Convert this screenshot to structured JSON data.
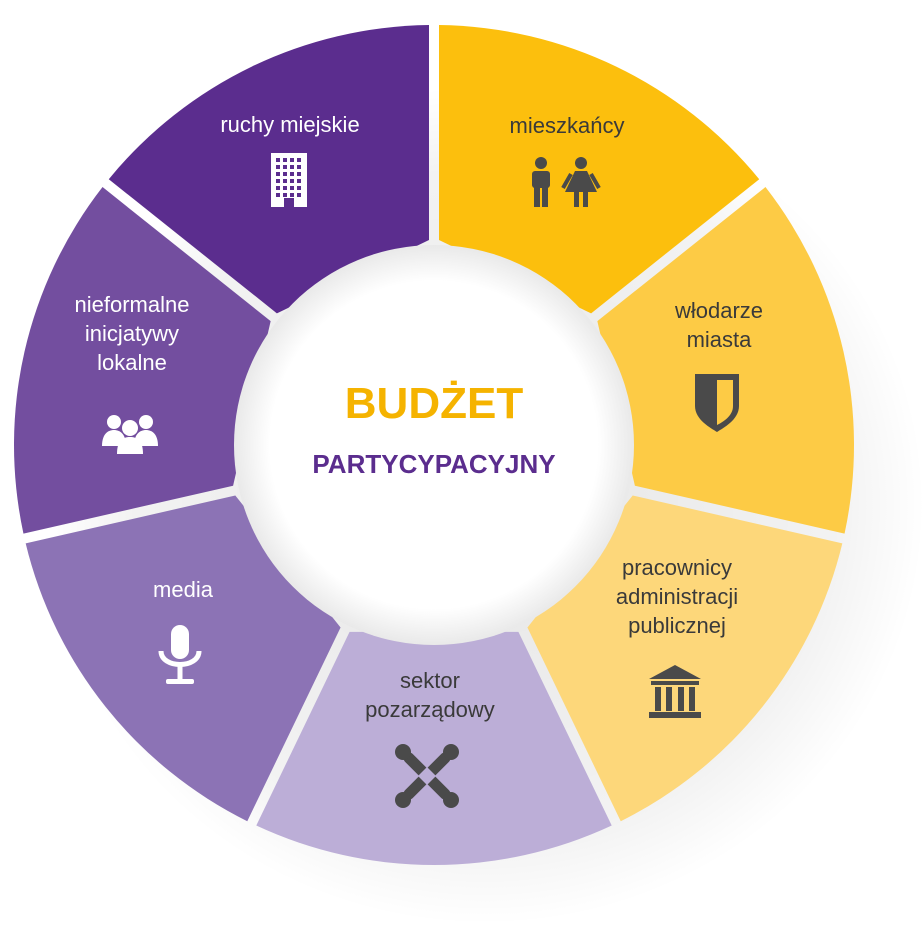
{
  "center": {
    "title": "BUDŻET",
    "subtitle": "PARTYCYPACYJNY"
  },
  "colors": {
    "title": "#f5b300",
    "subtitle": "#5b2d8e",
    "dark_icon": "#4a4a4a",
    "white_icon": "#ffffff"
  },
  "segments": [
    {
      "key": "mieszkancy",
      "lines": [
        "mieszkańcy"
      ],
      "color": "#fcbf0d",
      "text_color": "#3a3a3a",
      "icon": "people-icon"
    },
    {
      "key": "wlodarze",
      "lines": [
        "włodarze",
        "miasta"
      ],
      "color": "#fdcb45",
      "text_color": "#3a3a3a",
      "icon": "shield-icon"
    },
    {
      "key": "pracownicy",
      "lines": [
        "pracownicy",
        "administracji",
        "publicznej"
      ],
      "color": "#fdd77a",
      "text_color": "#3a3a3a",
      "icon": "government-building-icon"
    },
    {
      "key": "sektor",
      "lines": [
        "sektor",
        "pozarządowy"
      ],
      "color": "#bcaed7",
      "text_color": "#3a3a3a",
      "icon": "joomla-icon"
    },
    {
      "key": "media",
      "lines": [
        "media"
      ],
      "color": "#8c73b5",
      "text_color": "#ffffff",
      "icon": "microphone-icon"
    },
    {
      "key": "nieformalne",
      "lines": [
        "nieformalne",
        "inicjatywy",
        "lokalne"
      ],
      "color": "#734e9f",
      "text_color": "#ffffff",
      "icon": "group-icon"
    },
    {
      "key": "ruchy",
      "lines": [
        "ruchy miejskie"
      ],
      "color": "#5b2d8e",
      "text_color": "#ffffff",
      "icon": "office-building-icon"
    }
  ]
}
